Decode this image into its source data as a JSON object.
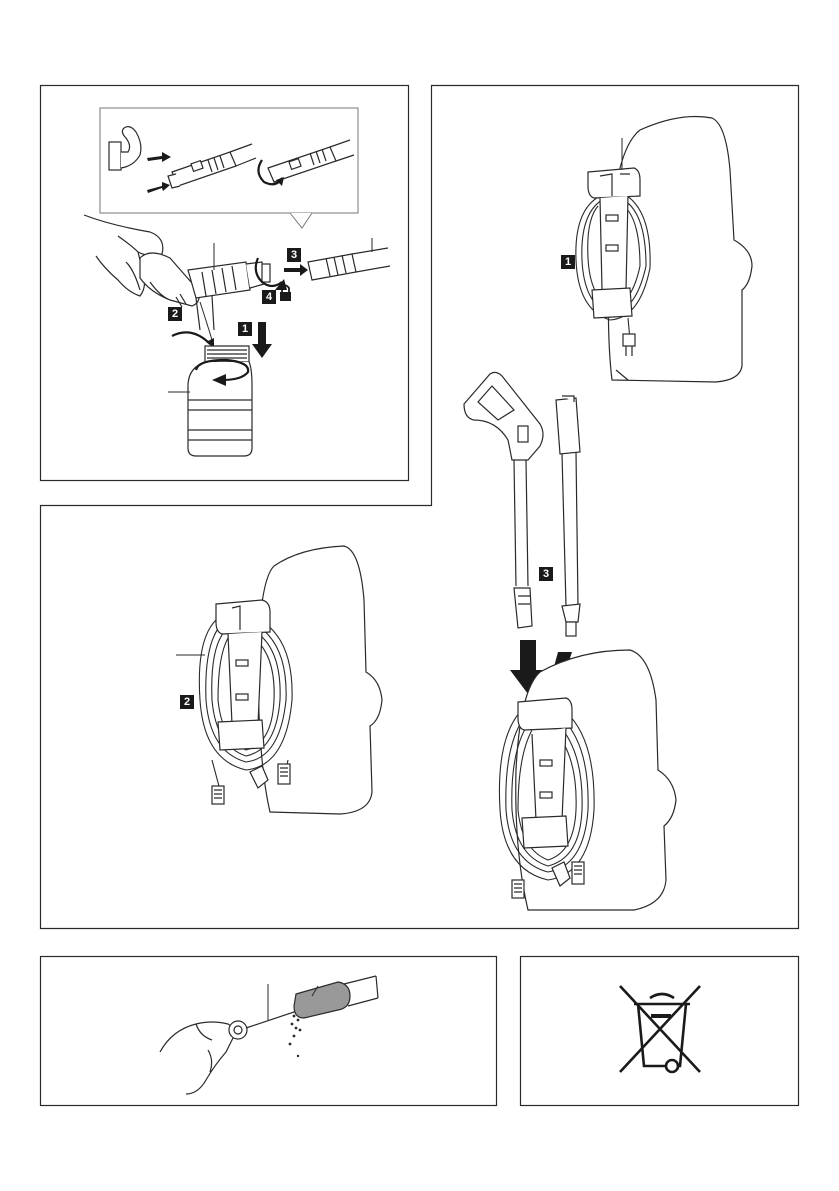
{
  "figures": {
    "detergent": {
      "steps": [
        "1",
        "2",
        "3",
        "4"
      ]
    },
    "storage_top": {
      "steps": [
        "1"
      ]
    },
    "storage_hose": {
      "steps": [
        "2"
      ]
    },
    "storage_lance": {
      "steps": [
        "3"
      ]
    },
    "nozzle_cleaning": {},
    "disposal": {
      "icon": "crossed-out-wheelie-bin-icon"
    }
  },
  "colors": {
    "line": "#2a2a2a",
    "fill_light": "#eeeeee",
    "fill_mid": "#cccccc",
    "fill_dark": "#999999",
    "badge": "#1a1a1a"
  }
}
